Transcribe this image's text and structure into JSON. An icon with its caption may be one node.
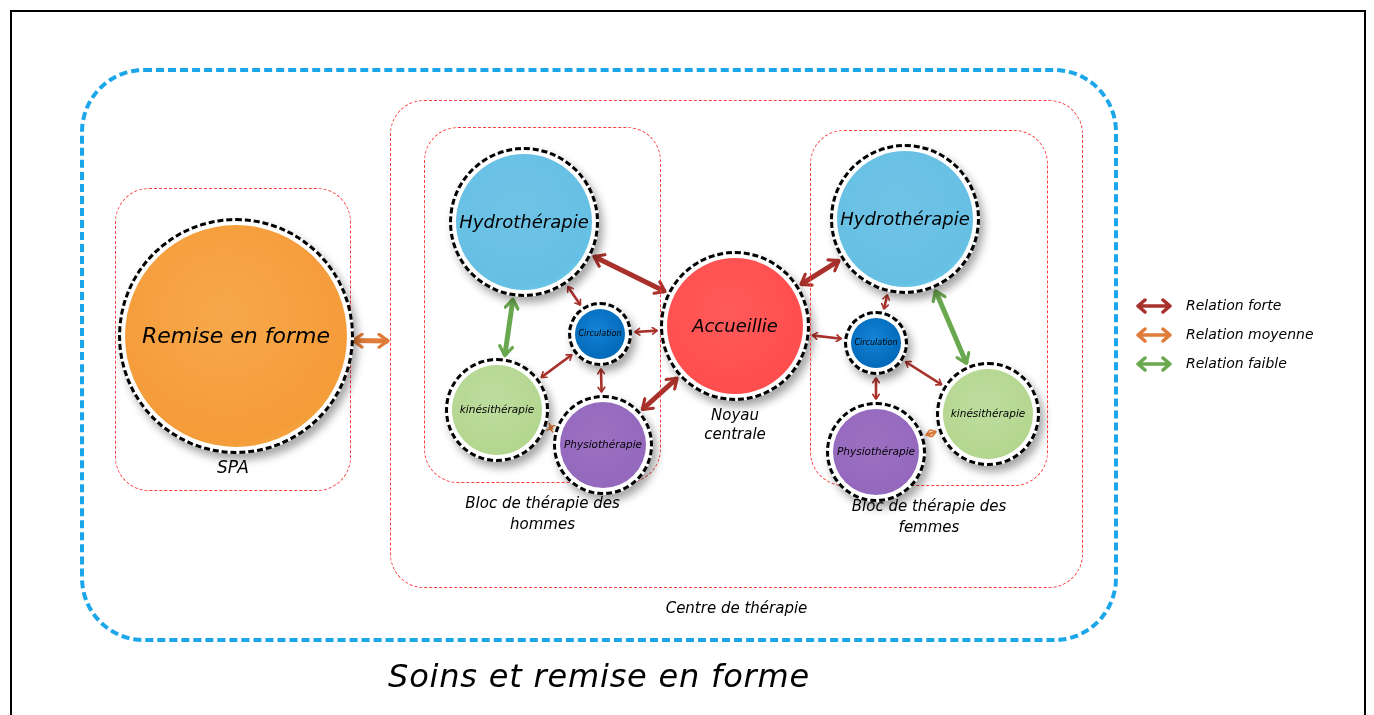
{
  "diagram": {
    "nodes": [
      {
        "text": [
          "Soins et remise en forme"
        ]
      },
      {
        "text": [
          "SPA"
        ],
        "in": 0
      },
      {
        "text": [
          "Remise en forme"
        ],
        "in": 1
      },
      {
        "text": [
          "Centre de thérapie"
        ],
        "in": 0
      },
      {
        "text": [
          "Bloc de thérapie des hommes"
        ],
        "in": 3
      },
      {
        "text": [
          "Hydrothérapie"
        ],
        "in": 4
      },
      {
        "text": [
          "Circulation"
        ],
        "in": 4
      },
      {
        "text": [
          "kinésithérapie"
        ],
        "in": 4
      },
      {
        "text": [
          "Physiothérapie"
        ],
        "in": 4
      },
      {
        "text": [
          "Accueillie"
        ],
        "in": 3,
        "beside": [
          "Noyau centrale"
        ]
      },
      {
        "text": [
          "Bloc de thérapie des femmes"
        ],
        "in": 3
      },
      {
        "text": [
          "Hydrothérapie"
        ],
        "in": 10
      },
      {
        "text": [
          "Circulation"
        ],
        "in": 10
      },
      {
        "text": [
          "kinésithérapie"
        ],
        "in": 10
      },
      {
        "text": [
          "Physiothérapie"
        ],
        "in": 10
      }
    ],
    "edges": [
      {
        "from": 1,
        "to": 3,
        "arrow": "both",
        "style": "thick",
        "color": "#e07b39"
      },
      {
        "from": 5,
        "to": 9,
        "arrow": "both",
        "style": "thick"
      },
      {
        "from": 5,
        "to": 6,
        "arrow": "both"
      },
      {
        "from": 5,
        "to": 7,
        "arrow": "both",
        "style": "thick",
        "color": "#6aa84f"
      },
      {
        "from": 6,
        "to": 9,
        "arrow": "both"
      },
      {
        "from": 6,
        "to": 7,
        "arrow": "both"
      },
      {
        "from": 6,
        "to": 8,
        "arrow": "both"
      },
      {
        "from": 7,
        "to": 8,
        "arrow": "both",
        "color": "#e07b39"
      },
      {
        "from": 8,
        "to": 9,
        "arrow": "both",
        "style": "thick"
      },
      {
        "from": 9,
        "to": 11,
        "arrow": "both",
        "style": "thick"
      },
      {
        "from": 9,
        "to": 12,
        "arrow": "both"
      },
      {
        "from": 11,
        "to": 12,
        "arrow": "both"
      },
      {
        "from": 11,
        "to": 13,
        "arrow": "both",
        "style": "thick",
        "color": "#6aa84f"
      },
      {
        "from": 12,
        "to": 13,
        "arrow": "both"
      },
      {
        "from": 12,
        "to": 14,
        "arrow": "both"
      },
      {
        "from": 13,
        "to": 14,
        "arrow": "both",
        "color": "#e07b39"
      }
    ],
    "legend": [
      {
        "text": "Relation forte"
      },
      {
        "text": "Relation moyenne"
      },
      {
        "text": "Relation faible"
      }
    ]
  }
}
